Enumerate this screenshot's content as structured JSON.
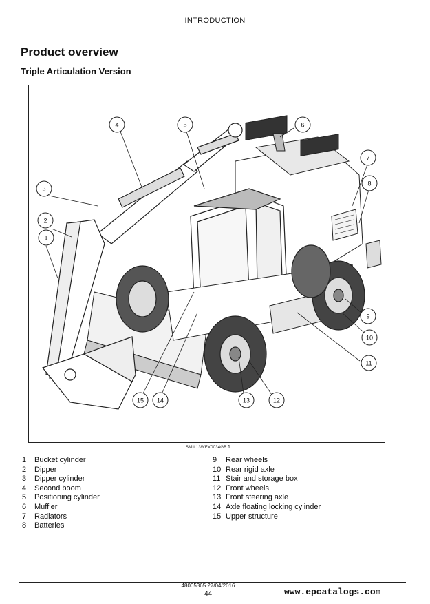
{
  "header": {
    "section": "INTRODUCTION"
  },
  "title": "Product overview",
  "subtitle": "Triple Articulation Version",
  "figure": {
    "id": "SMIL13WEX0034GB",
    "number": "1"
  },
  "callouts": [
    "1",
    "2",
    "3",
    "4",
    "5",
    "6",
    "7",
    "8",
    "9",
    "10",
    "11",
    "12",
    "13",
    "14",
    "15"
  ],
  "legend_left": [
    {
      "num": "1",
      "label": "Bucket cylinder"
    },
    {
      "num": "2",
      "label": "Dipper"
    },
    {
      "num": "3",
      "label": "Dipper cylinder"
    },
    {
      "num": "4",
      "label": "Second boom"
    },
    {
      "num": "5",
      "label": "Positioning cylinder"
    },
    {
      "num": "6",
      "label": "Muffler"
    },
    {
      "num": "7",
      "label": "Radiators"
    },
    {
      "num": "8",
      "label": "Batteries"
    }
  ],
  "legend_right": [
    {
      "num": "9",
      "label": "Rear wheels"
    },
    {
      "num": "10",
      "label": "Rear rigid axle"
    },
    {
      "num": "11",
      "label": "Stair and storage box"
    },
    {
      "num": "12",
      "label": "Front wheels"
    },
    {
      "num": "13",
      "label": "Front steering axle"
    },
    {
      "num": "14",
      "label": "Axle floating locking cylinder"
    },
    {
      "num": "15",
      "label": "Upper structure"
    }
  ],
  "footer": {
    "doc_ref": "48005365 27/04/2016",
    "page": "44",
    "website": "www.epcatalogs.com"
  }
}
